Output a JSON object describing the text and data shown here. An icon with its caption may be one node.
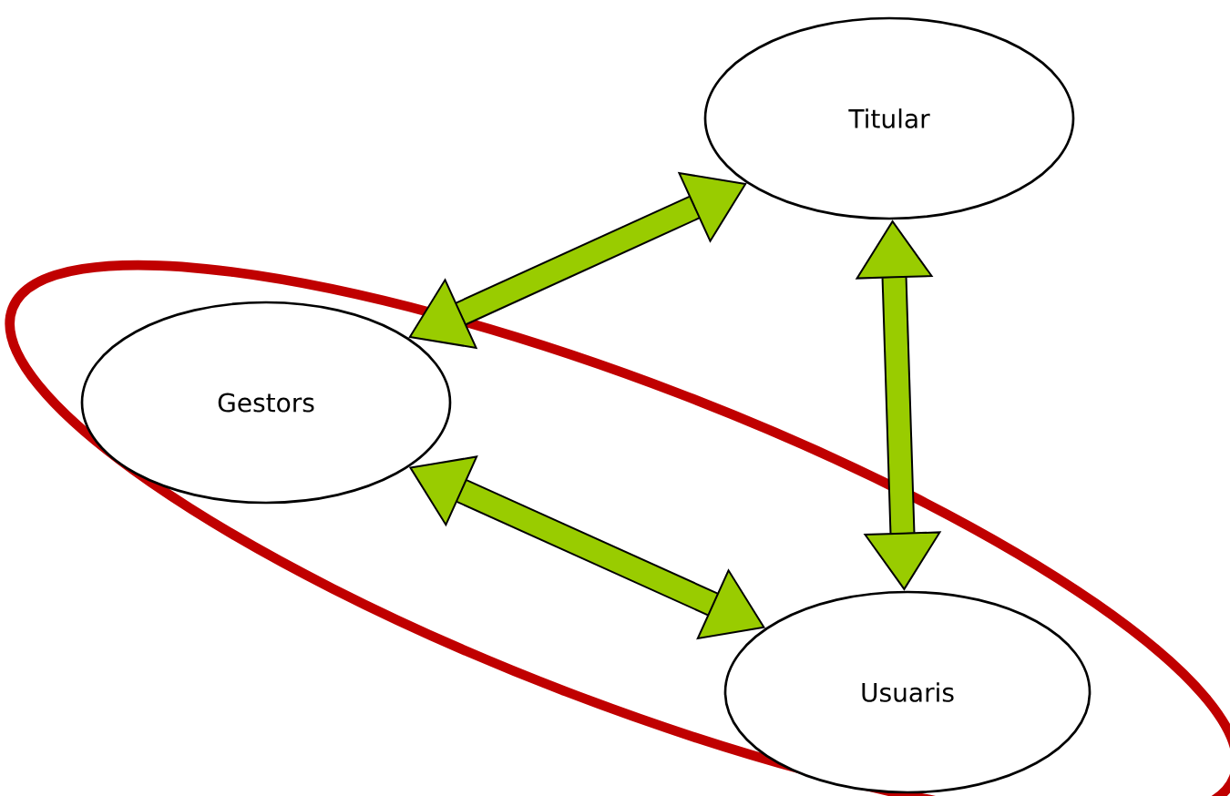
{
  "diagram": {
    "nodes": [
      {
        "text": [
          "Titular"
        ]
      },
      {
        "text": [],
        "shape": "ellipse"
      },
      {
        "text": [
          "Gestors"
        ],
        "in": 1
      },
      {
        "text": [
          "Usuaris"
        ],
        "in": 1
      }
    ],
    "edges": [
      {
        "from": 2,
        "to": 0,
        "arrow": "both"
      },
      {
        "from": 0,
        "to": 3,
        "arrow": "both"
      },
      {
        "from": 2,
        "to": 3,
        "arrow": "both"
      }
    ]
  }
}
